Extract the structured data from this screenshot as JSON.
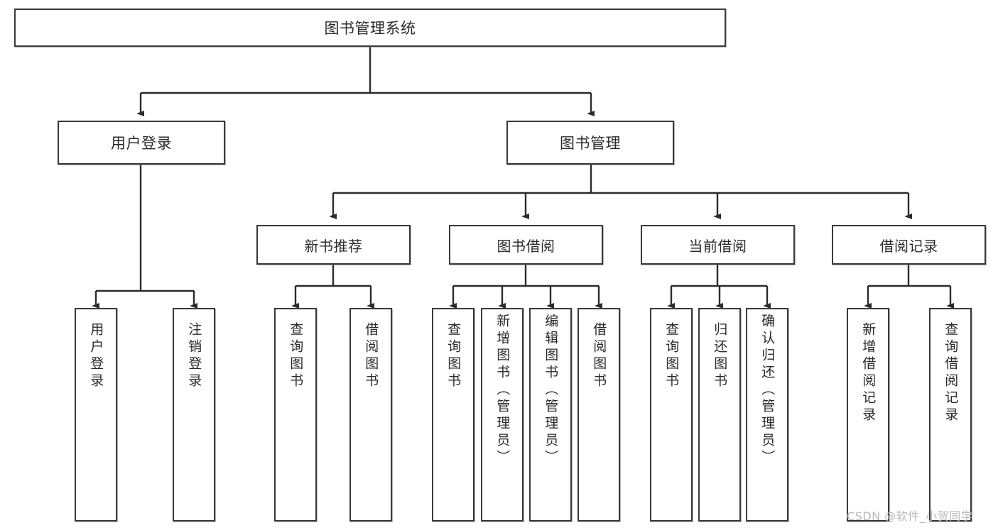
{
  "diagram": {
    "type": "tree",
    "title": "图书管理系统",
    "orientation": "top-down",
    "colors": {
      "box_border": "#3a3a3a",
      "box_fill": "#ffffff",
      "connector": "#2b2b2b",
      "watermark": "#b9b9b9",
      "page_background": "#ffffff"
    },
    "root": {
      "label": "图书管理系统"
    },
    "level1": [
      {
        "label": "用户登录"
      },
      {
        "label": "图书管理"
      }
    ],
    "level2": [
      {
        "label": "新书推荐"
      },
      {
        "label": "图书借阅"
      },
      {
        "label": "当前借阅"
      },
      {
        "label": "借阅记录"
      }
    ],
    "leaves_user_login": [
      {
        "label": "用户登录"
      },
      {
        "label": "注销登录"
      }
    ],
    "leaves_new_book": [
      {
        "label": "查询图书"
      },
      {
        "label": "借阅图书"
      }
    ],
    "leaves_borrow": [
      {
        "label": "查询图书"
      },
      {
        "label": "新增图书（管理员）"
      },
      {
        "label": "编辑图书（管理员）"
      },
      {
        "label": "借阅图书"
      }
    ],
    "leaves_current": [
      {
        "label": "查询图书"
      },
      {
        "label": "归还图书"
      },
      {
        "label": "确认归还（管理员）"
      }
    ],
    "leaves_record": [
      {
        "label": "新增借阅记录"
      },
      {
        "label": "查询借阅记录"
      }
    ]
  },
  "watermark": {
    "text": "CSDN @软件_小贺同学"
  }
}
